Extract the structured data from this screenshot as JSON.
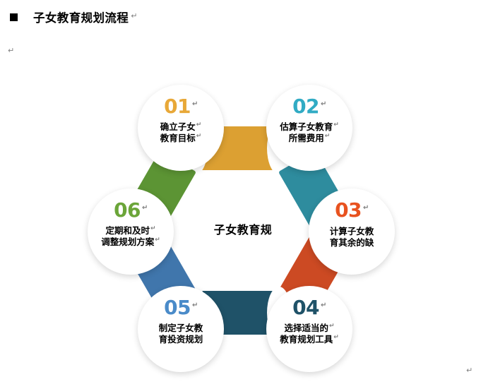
{
  "heading": {
    "bullet_icon": "square-bullet-icon",
    "title": "子女教育规划流程",
    "return_mark": "↵"
  },
  "marks": {
    "return_mark": "↵"
  },
  "diagram": {
    "center_label": "子女教育规",
    "nodes": [
      {
        "id": "01",
        "number": "01",
        "number_color": "#E8A838",
        "lines": [
          "确立子女",
          "教育目标"
        ]
      },
      {
        "id": "02",
        "number": "02",
        "number_color": "#31ABC4",
        "lines": [
          "估算子女教育",
          "所需费用"
        ]
      },
      {
        "id": "03",
        "number": "03",
        "number_color": "#E8521F",
        "lines": [
          "计算子女教",
          "育其余的缺"
        ]
      },
      {
        "id": "04",
        "number": "04",
        "number_color": "#1F5268",
        "lines": [
          "选择适当的",
          "教育规划工具"
        ]
      },
      {
        "id": "05",
        "number": "05",
        "number_color": "#4A8BC9",
        "lines": [
          "制定子女教",
          "育投资规划"
        ]
      },
      {
        "id": "06",
        "number": "06",
        "number_color": "#6BA539",
        "lines": [
          "定期和及时",
          "调整规划方案"
        ]
      }
    ],
    "connectors": [
      {
        "id": "conn-01-02",
        "color": "#DCA032"
      },
      {
        "id": "conn-02-03",
        "color": "#2E8C9E"
      },
      {
        "id": "conn-03-04",
        "color": "#CC4A23"
      },
      {
        "id": "conn-04-05",
        "color": "#1F5268"
      },
      {
        "id": "conn-05-06",
        "color": "#4076AC"
      },
      {
        "id": "conn-06-01",
        "color": "#5C9434"
      }
    ]
  }
}
